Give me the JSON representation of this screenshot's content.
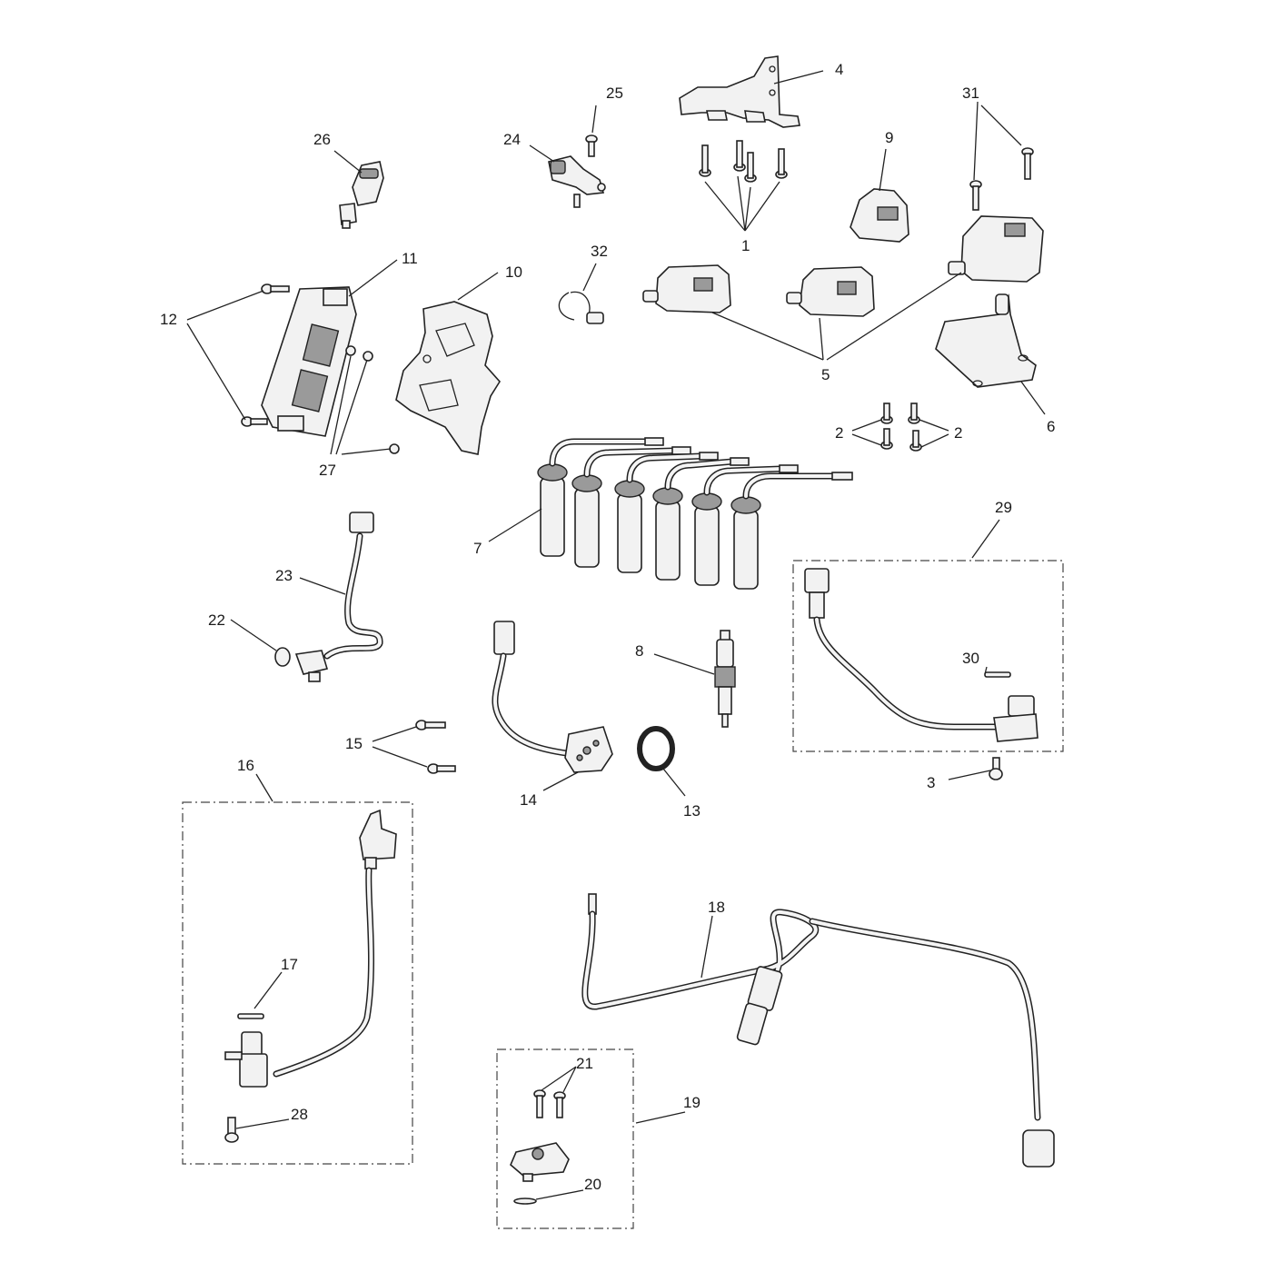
{
  "callouts": [
    {
      "id": "c1",
      "text": "1"
    },
    {
      "id": "c2a",
      "text": "2"
    },
    {
      "id": "c2b",
      "text": "2"
    },
    {
      "id": "c3",
      "text": "3"
    },
    {
      "id": "c4",
      "text": "4"
    },
    {
      "id": "c5",
      "text": "5"
    },
    {
      "id": "c6",
      "text": "6"
    },
    {
      "id": "c7",
      "text": "7"
    },
    {
      "id": "c8",
      "text": "8"
    },
    {
      "id": "c9",
      "text": "9"
    },
    {
      "id": "c10",
      "text": "10"
    },
    {
      "id": "c11",
      "text": "11"
    },
    {
      "id": "c12",
      "text": "12"
    },
    {
      "id": "c13",
      "text": "13"
    },
    {
      "id": "c14",
      "text": "14"
    },
    {
      "id": "c15",
      "text": "15"
    },
    {
      "id": "c16",
      "text": "16"
    },
    {
      "id": "c17",
      "text": "17"
    },
    {
      "id": "c18",
      "text": "18"
    },
    {
      "id": "c19",
      "text": "19"
    },
    {
      "id": "c20",
      "text": "20"
    },
    {
      "id": "c21",
      "text": "21"
    },
    {
      "id": "c22",
      "text": "22"
    },
    {
      "id": "c23",
      "text": "23"
    },
    {
      "id": "c24",
      "text": "24"
    },
    {
      "id": "c25",
      "text": "25"
    },
    {
      "id": "c26",
      "text": "26"
    },
    {
      "id": "c27",
      "text": "27"
    },
    {
      "id": "c28",
      "text": "28"
    },
    {
      "id": "c29",
      "text": "29"
    },
    {
      "id": "c30",
      "text": "30"
    },
    {
      "id": "c31",
      "text": "31"
    },
    {
      "id": "c32",
      "text": "32"
    }
  ]
}
